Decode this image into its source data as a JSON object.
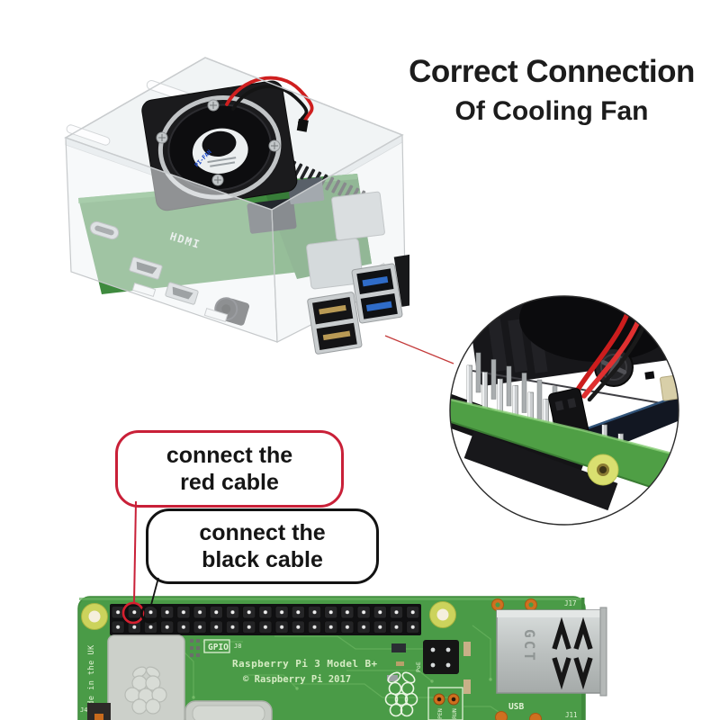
{
  "title": {
    "line1": "Correct Connection",
    "line2": "Of Cooling Fan"
  },
  "callouts": {
    "red": {
      "line1": "connect the",
      "line2": "red cable"
    },
    "black": {
      "line1": "connect the",
      "line2": "black cable"
    }
  },
  "case_photo": {
    "fan_sticker_label": "PI-FAN",
    "hdmi_label": "HDMI"
  },
  "board_photo": {
    "silkscreen": {
      "gpio": "GPIO",
      "j8": "J8",
      "model": "Raspberry Pi 3 Model B+",
      "copyright": "© Raspberry Pi 2017",
      "made_in": "Made in the UK",
      "usb": "USB",
      "j11": "J11",
      "j17": "J17",
      "j4": "J4",
      "pen": "PEN",
      "run": "RUN",
      "poe": "PoE"
    },
    "usb_stamp": "GCT"
  },
  "colors": {
    "accent_red": "#c92038",
    "wire_red": "#cf1f1f",
    "pcb_green": "#4a9b47",
    "hole_yellow": "#ccd35c",
    "pad_orange": "#cf7020",
    "text_black": "#1c1c1c"
  }
}
